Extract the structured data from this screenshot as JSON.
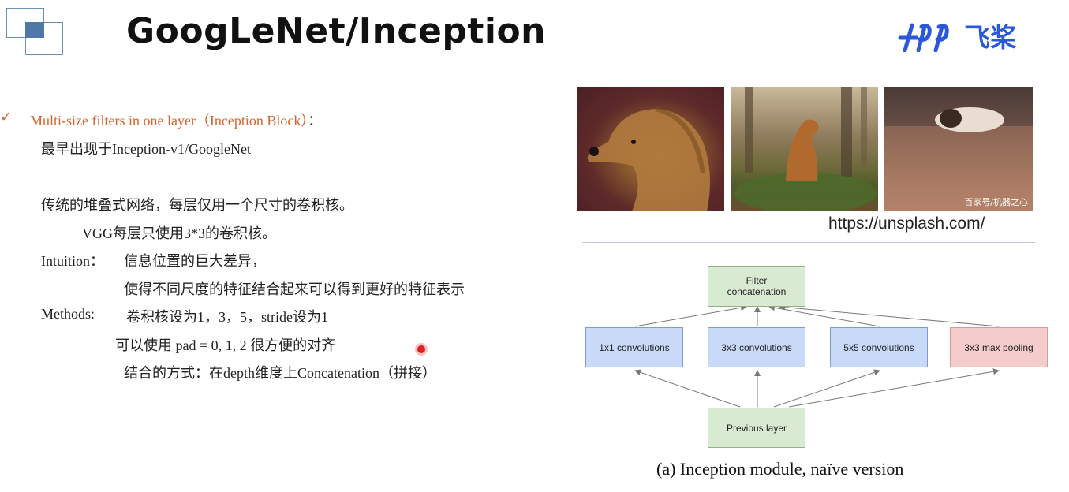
{
  "slide": {
    "title": "GoogLeNet/Inception",
    "logo_text": "飞桨"
  },
  "content": {
    "heading": "Multi-size filters in one layer（Inception Block）",
    "heading_colon": "：",
    "line1": "最早出现于Inception-v1/GoogleNet",
    "line2": "传统的堆叠式网络，每层仅用一个尺寸的卷积核。",
    "line3": "VGG每层只使用3*3的卷积核。",
    "intuition_label": "Intuition：",
    "intuition_1": "信息位置的巨大差异，",
    "intuition_2": "使得不同尺度的特征结合起来可以得到更好的特征表示",
    "methods_label": "Methods:",
    "methods_1": "卷积核设为1，3，5，stride设为1",
    "methods_2": "可以使用 pad = 0, 1, 2 很方便的对齐",
    "methods_3": "结合的方式：在depth维度上Concatenation（拼接）"
  },
  "images": {
    "watermark": "百家号/机器之心",
    "source_url": "https://unsplash.com/"
  },
  "diagram": {
    "top": "Filter concatenation",
    "branches": [
      "1x1 convolutions",
      "3x3 convolutions",
      "5x5 convolutions",
      "3x3 max pooling"
    ],
    "bottom": "Previous layer",
    "caption": "(a)  Inception module, naïve version"
  },
  "colors": {
    "title": "#111111",
    "accent_orange": "#d8622a",
    "logo_blue": "#2b58d8",
    "box_green": "#d9ead3",
    "box_blue": "#c9daf8",
    "box_red": "#f4cccc"
  }
}
